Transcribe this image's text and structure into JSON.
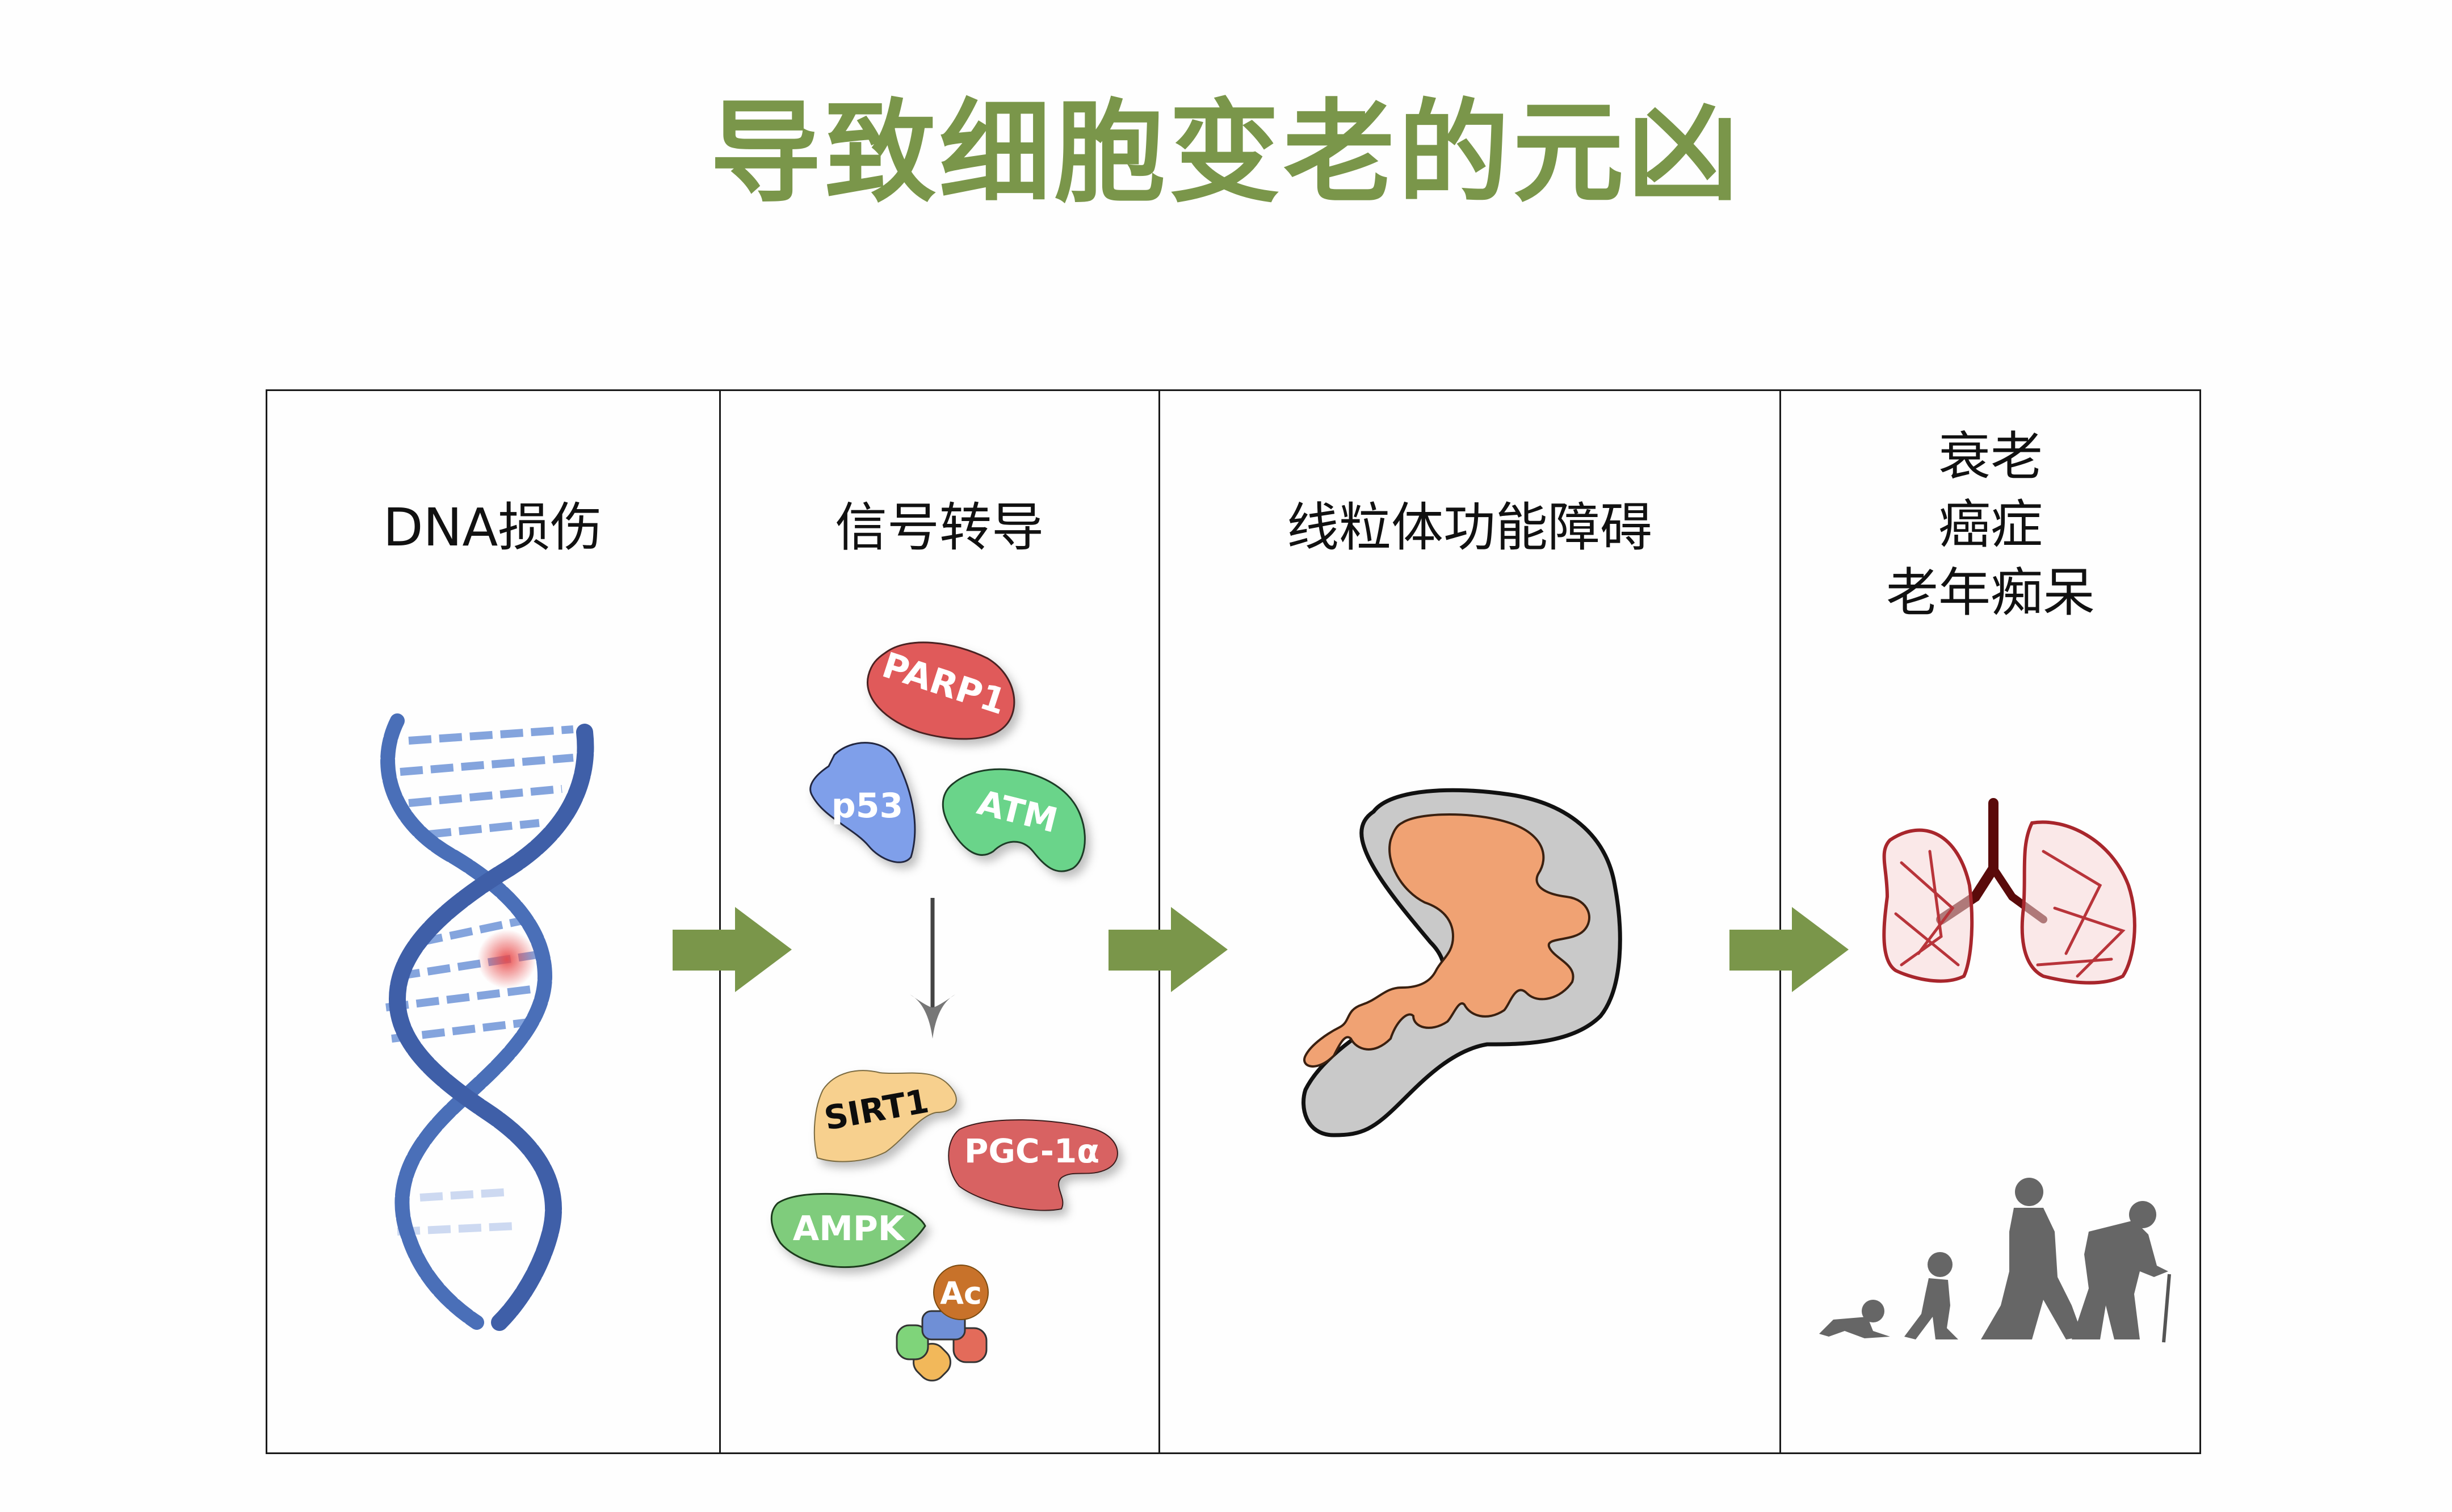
{
  "title": "导致细胞变老的元凶",
  "colors": {
    "title": "#7a964a",
    "arrow": "#7a964a",
    "border": "#1a1a1a",
    "dna": "#4a6fb8",
    "dna_damage": "#e84a4a",
    "mito_outer": "#c9c9c9",
    "mito_inner": "#f0a273",
    "lung": "#a8262c",
    "silhouette": "#666666"
  },
  "columns": [
    {
      "heading": "DNA损伤",
      "icon": "dna-helix-icon"
    },
    {
      "heading": "信号转导",
      "icon": "signaling-proteins-icon"
    },
    {
      "heading": "线粒体功能障碍",
      "icon": "mitochondrion-icon"
    },
    {
      "outcomes": [
        "衰老",
        "癌症",
        "老年痴呆"
      ],
      "icon": "lungs-icon",
      "secondary_icon": "aging-silhouettes-icon"
    }
  ],
  "proteins_upstream": [
    {
      "label": "PARP1",
      "color": "#e05a5a"
    },
    {
      "label": "p53",
      "color": "#7f9fea"
    },
    {
      "label": "ATM",
      "color": "#6ad48a"
    }
  ],
  "proteins_downstream": [
    {
      "label": "SIRT1",
      "color": "#f7d08e"
    },
    {
      "label": "PGC-1α",
      "color": "#d86262"
    },
    {
      "label": "AMPK",
      "color": "#7fcc7c"
    },
    {
      "label": "Ac",
      "color": "#c8722a"
    }
  ]
}
